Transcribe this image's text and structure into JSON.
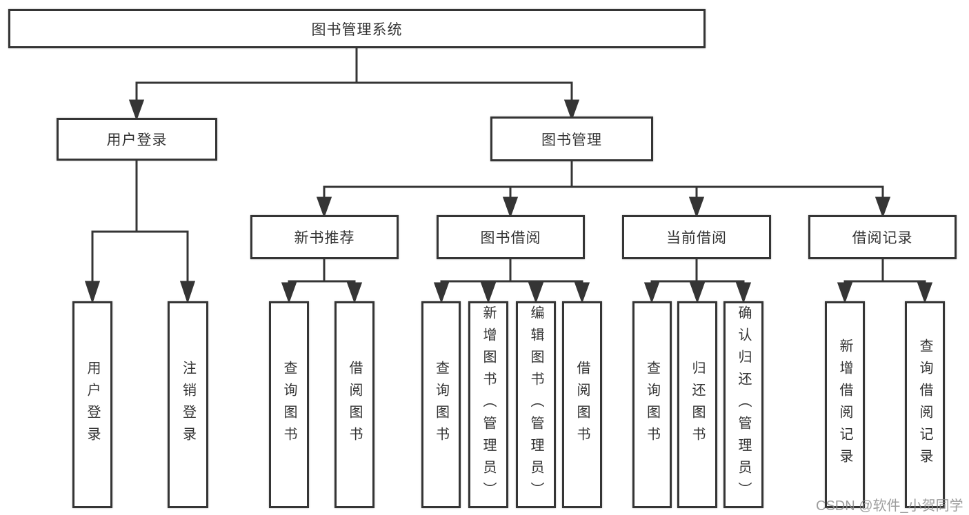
{
  "nodes": {
    "root": "图书管理系统",
    "user_login": "用户登录",
    "book_management": "图书管理",
    "new_book_recommend": "新书推荐",
    "book_borrowing": "图书借阅",
    "current_borrowing": "当前借阅",
    "borrowing_records": "借阅记录",
    "ul_user_login": "用户登录",
    "ul_logout": "注销登录",
    "nb_query_books": "查询图书",
    "nb_borrow_books": "借阅图书",
    "bb_query_books": "查询图书",
    "bb_add_books_admin": "新增图书（管理员）",
    "bb_edit_books_admin": "编辑图书（管理员）",
    "bb_borrow_books": "借阅图书",
    "cb_query_books": "查询图书",
    "cb_return_books": "归还图书",
    "cb_confirm_return_admin": "确认归还（管理员）",
    "br_add_record": "新增借阅记录",
    "br_query_record": "查询借阅记录"
  },
  "watermark": "CSDN @软件_小贺同学",
  "colors": {
    "line": "#353535",
    "text": "#333333",
    "watermark": "#8c8c8c",
    "background": "#ffffff"
  }
}
